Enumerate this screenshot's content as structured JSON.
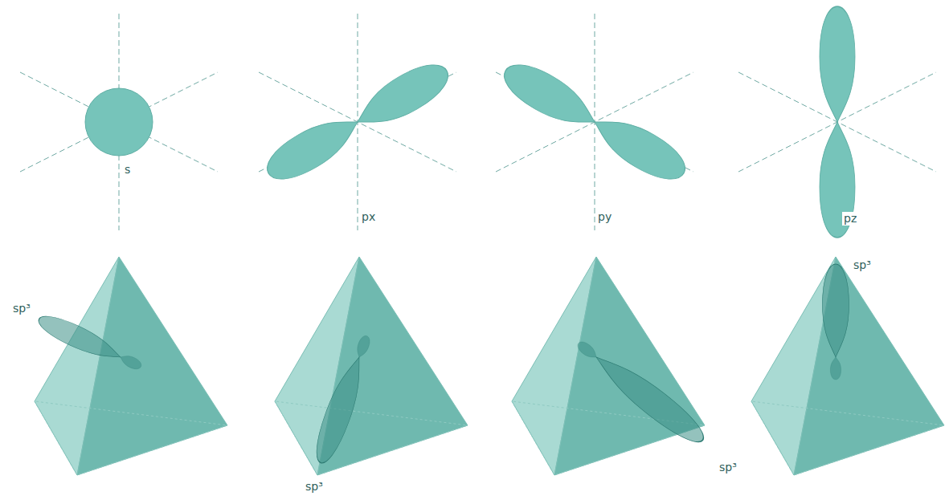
{
  "diagram": {
    "labels": [
      "s",
      "px",
      "py",
      "pz",
      "sp³",
      "sp³",
      "sp³",
      "sp³"
    ]
  }
}
